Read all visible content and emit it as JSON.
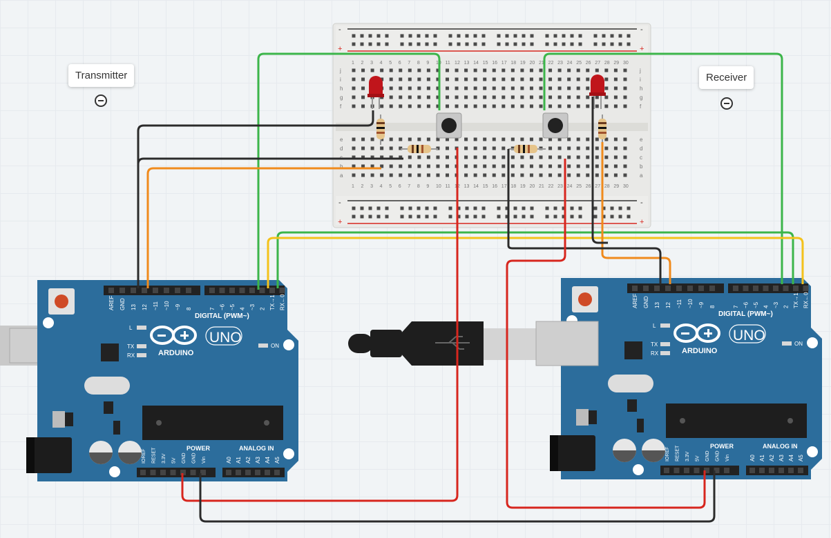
{
  "annotations": {
    "transmitter_label": "Transmitter",
    "receiver_label": "Receiver"
  },
  "board_left": {
    "name": "Transmitter Arduino",
    "brand": "ARDUINO",
    "model": "UNO",
    "digital_label": "DIGITAL (PWM~)",
    "power_label": "POWER",
    "analog_label": "ANALOG IN",
    "on_label": "ON",
    "tx_label": "TX",
    "rx_label": "RX",
    "l_label": "L",
    "digital_pins": [
      "AREF",
      "GND",
      "13",
      "12",
      "~11",
      "~10",
      "~9",
      "8",
      "7",
      "~6",
      "~5",
      "4",
      "~3",
      "2",
      "TX→1",
      "RX←0"
    ],
    "power_pins": [
      "IOREF",
      "RESET",
      "3.3V",
      "5V",
      "GND",
      "GND",
      "Vin"
    ],
    "analog_pins": [
      "A0",
      "A1",
      "A2",
      "A3",
      "A4",
      "A5"
    ]
  },
  "board_right": {
    "name": "Receiver Arduino",
    "brand": "ARDUINO",
    "model": "UNO",
    "digital_label": "DIGITAL (PWM~)",
    "power_label": "POWER",
    "analog_label": "ANALOG IN",
    "on_label": "ON",
    "tx_label": "TX",
    "rx_label": "RX",
    "l_label": "L",
    "digital_pins": [
      "AREF",
      "GND",
      "13",
      "12",
      "~11",
      "~10",
      "~9",
      "8",
      "7",
      "~6",
      "~5",
      "4",
      "~3",
      "2",
      "TX→1",
      "RX←0"
    ],
    "power_pins": [
      "IOREF",
      "RESET",
      "3.3V",
      "5V",
      "GND",
      "GND",
      "Vin"
    ],
    "analog_pins": [
      "A0",
      "A1",
      "A2",
      "A3",
      "A4",
      "A5"
    ]
  },
  "breadboard": {
    "rows_top": [
      "j",
      "i",
      "h",
      "g",
      "f"
    ],
    "rows_bottom": [
      "e",
      "d",
      "c",
      "b",
      "a"
    ],
    "columns": [
      "1",
      "2",
      "3",
      "4",
      "5",
      "6",
      "7",
      "8",
      "9",
      "10",
      "11",
      "12",
      "13",
      "14",
      "15",
      "16",
      "17",
      "18",
      "19",
      "20",
      "21",
      "22",
      "23",
      "24",
      "25",
      "26",
      "27",
      "28",
      "29",
      "30"
    ],
    "rail_minus": "-",
    "rail_plus": "+"
  },
  "colors": {
    "board_blue": "#2c6d9c",
    "wire_green": "#3cb54a",
    "wire_black": "#2b2b2b",
    "wire_orange": "#f08a1c",
    "wire_red": "#d7261e",
    "wire_yellow": "#f4c21b",
    "led_red": "#c0151b"
  }
}
